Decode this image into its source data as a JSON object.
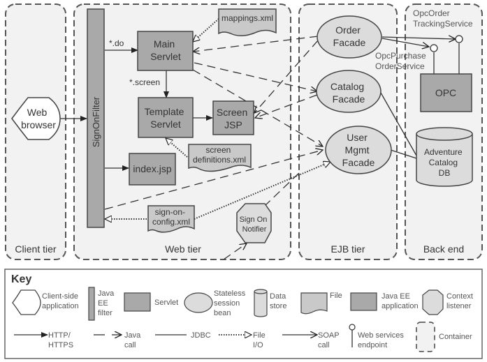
{
  "containers": {
    "client": "Client tier",
    "web": "Web tier",
    "ejb": "EJB tier",
    "backend": "Back end"
  },
  "nodes": {
    "web_browser": [
      "Web",
      "browser"
    ],
    "sign_on_filter": "SignOnFilter",
    "main_servlet": [
      "Main",
      "Servlet"
    ],
    "template_servlet": [
      "Template",
      "Servlet"
    ],
    "screen_jsp": [
      "Screen",
      "JSP"
    ],
    "index_jsp": "index.jsp",
    "mappings_xml": "mappings.xml",
    "screen_definitions_xml": [
      "screen",
      "definitions.xml"
    ],
    "sign_on_config_xml": [
      "sign-on-",
      "config.xml"
    ],
    "sign_on_notifier": [
      "Sign On",
      "Notifier"
    ],
    "order_facade": [
      "Order",
      "Facade"
    ],
    "catalog_facade": [
      "Catalog",
      "Facade"
    ],
    "user_mgmt_facade": [
      "User",
      "Mgmt",
      "Facade"
    ],
    "opc": "OPC",
    "adventure_catalog_db": [
      "Adventure",
      "Catalog",
      "DB"
    ]
  },
  "edge_labels": {
    "do": "*.do",
    "screen": "*.screen",
    "opc_order_tracking": [
      "OpcOrder",
      "TrackingService"
    ],
    "opc_purchase_order": [
      "OpcPurchase",
      "OrderService"
    ]
  },
  "key": {
    "title": "Key",
    "shapes": [
      {
        "id": "client-app",
        "label": [
          "Client-side",
          "application"
        ]
      },
      {
        "id": "filter",
        "label": [
          "Java",
          "EE",
          "filter"
        ]
      },
      {
        "id": "servlet",
        "label": [
          "Servlet"
        ]
      },
      {
        "id": "bean",
        "label": [
          "Stateless",
          "session",
          "bean"
        ]
      },
      {
        "id": "datastore",
        "label": [
          "Data",
          "store"
        ]
      },
      {
        "id": "file",
        "label": [
          "File"
        ]
      },
      {
        "id": "javaee-app",
        "label": [
          "Java EE",
          "application"
        ]
      },
      {
        "id": "context-listener",
        "label": [
          "Context",
          "listener"
        ]
      }
    ],
    "lines": [
      {
        "id": "http",
        "label": [
          "HTTP/",
          "HTTPS"
        ]
      },
      {
        "id": "java-call",
        "label": [
          "Java",
          "call"
        ]
      },
      {
        "id": "jdbc",
        "label": [
          "JDBC"
        ]
      },
      {
        "id": "file-io",
        "label": [
          "File",
          "I/O"
        ]
      },
      {
        "id": "soap",
        "label": [
          "SOAP",
          "call"
        ]
      },
      {
        "id": "ws-endpoint",
        "label": [
          "Web services",
          "endpoint"
        ]
      },
      {
        "id": "container",
        "label": [
          "Container"
        ]
      }
    ]
  }
}
